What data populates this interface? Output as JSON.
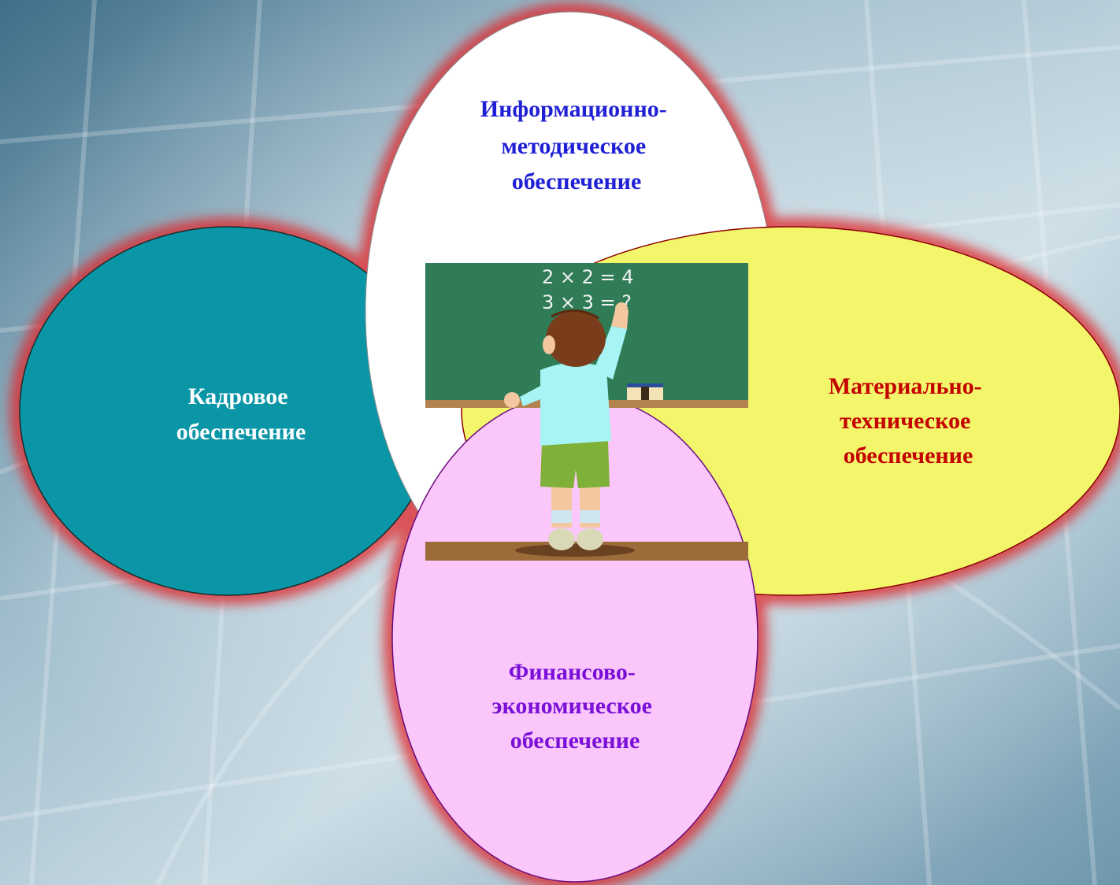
{
  "diagram": {
    "top": {
      "lines": [
        "Информационно-",
        "методическое",
        "обеспечение"
      ],
      "color": "#1f1fd6"
    },
    "left": {
      "lines": [
        "Кадровое",
        "обеспечение"
      ],
      "color": "#ffffff"
    },
    "right": {
      "lines": [
        "Материально-",
        "техническое",
        "обеспечение"
      ],
      "color": "#c40000"
    },
    "bottom": {
      "lines": [
        "Финансово-",
        "экономическое",
        "обеспечение"
      ],
      "color": "#7a10d8"
    }
  },
  "illustration": {
    "chalkboard": {
      "line1": "2 × 2 = 4",
      "line2": "3 × 3 = ?"
    }
  }
}
